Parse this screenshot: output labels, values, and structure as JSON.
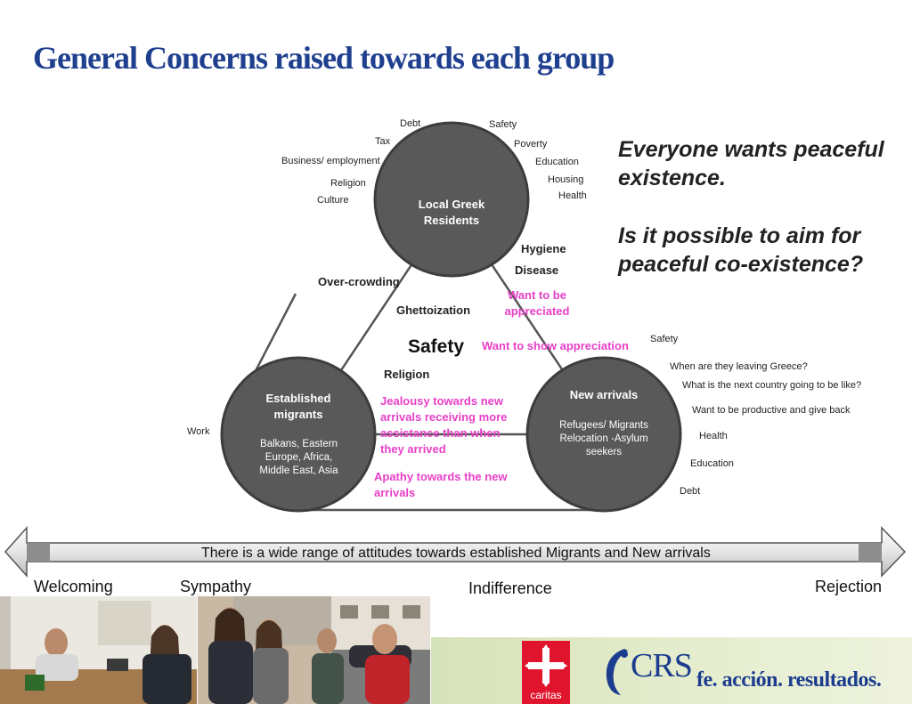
{
  "title": "General Concerns raised towards each group",
  "quote": {
    "line1": "Everyone wants peaceful existence.",
    "line2": "Is it possible to aim for peaceful co-existence?"
  },
  "local_greek": {
    "title": "Local Greek Residents",
    "concerns": [
      "Debt",
      "Safety",
      "Tax",
      "Poverty",
      "Business/ employment",
      "Education",
      "Housing",
      "Religion",
      "Health",
      "Culture"
    ]
  },
  "established": {
    "title": "Established migrants",
    "subtitle": "Balkans, Eastern Europe, Africa, Middle East, Asia",
    "concern_work": "Work"
  },
  "new_arrivals": {
    "title": "New arrivals",
    "subtitle": "Refugees/ Migrants Relocation -Asylum seekers",
    "concerns": [
      "Safety",
      "When are they leaving Greece?",
      "What is the next country going to be like?",
      "Want to be productive and give back",
      "Health",
      "Education",
      "Debt"
    ]
  },
  "shared": {
    "hygiene": "Hygiene",
    "disease": "Disease",
    "overcrowding": "Over-crowding",
    "ghettoization": "Ghettoization",
    "safety": "Safety",
    "religion": "Religion"
  },
  "pink": {
    "appreciated": "Want to be appreciated",
    "show_appreciation": "Want to show appreciation",
    "jealousy": "Jealousy towards new arrivals receiving more assistance than when they arrived",
    "apathy": "Apathy towards the new arrivals"
  },
  "scale": {
    "arrow_text": "There is a wide range of attitudes towards established Migrants and New arrivals",
    "welcoming": "Welcoming",
    "sympathy": "Sympathy",
    "indifference": "Indifference",
    "rejection": "Rejection"
  },
  "logos": {
    "caritas": "caritas",
    "crs": "CRS",
    "tagline": "fe. acción. resultados."
  },
  "colors": {
    "title_blue": "#1f3f8f",
    "circle_fill": "#595959",
    "pink": "#e83fc8",
    "caritas_red": "#e0142c"
  }
}
